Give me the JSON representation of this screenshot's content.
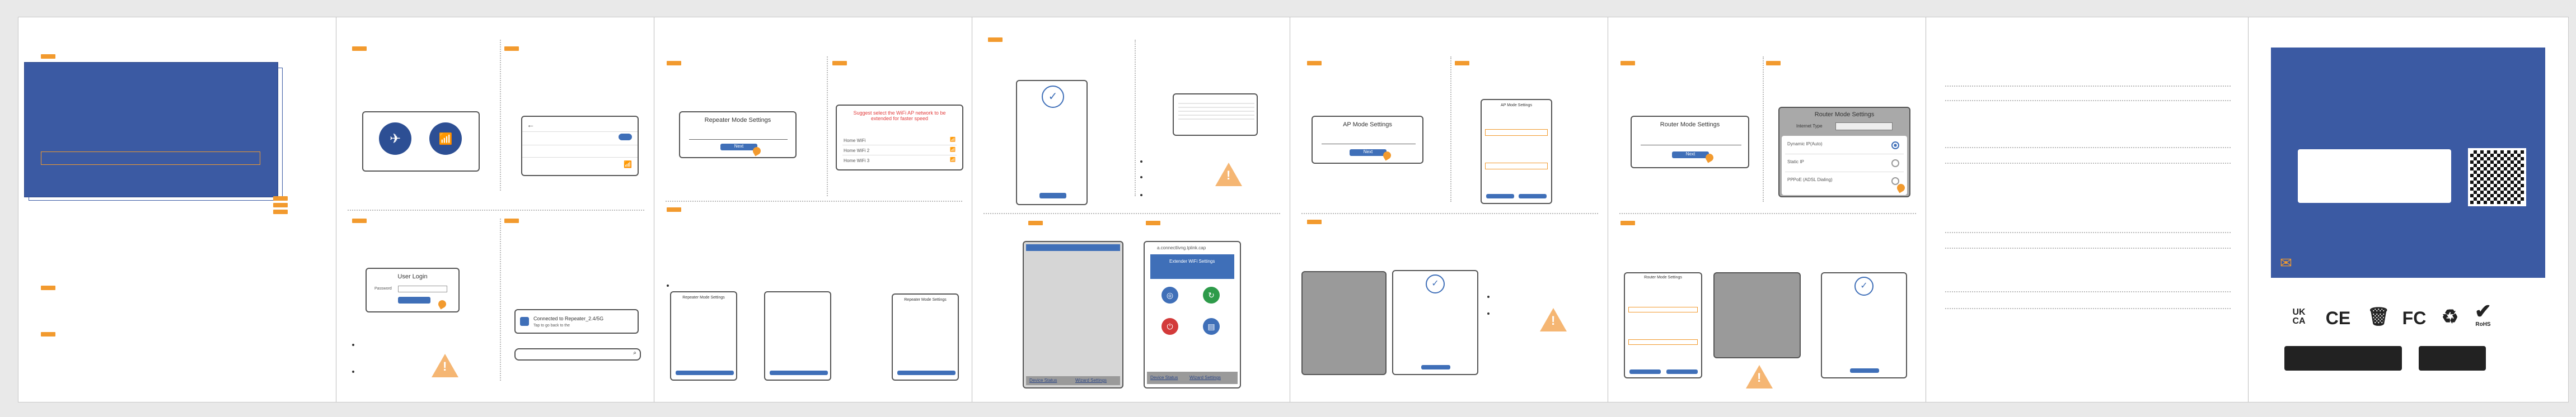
{
  "colors": {
    "cover_blue": "#3b5aa3",
    "accent_orange": "#f29a2e",
    "warning": "#f5b673",
    "button_blue": "#3f6fb8",
    "error_red": "#e23b3b"
  },
  "screens": {
    "user_login_title": "User Login",
    "password_label": "Password",
    "repeater_mode_title": "Repeater Mode Settings",
    "ap_mode_title": "AP Mode Settings",
    "router_mode_title": "Router Mode Settings",
    "next_label": "Next",
    "suggestion_red": "Suggest select the WiFi AP network to be extended for faster speed",
    "wifi_list": [
      "Home WiFi",
      "Home WiFi 2",
      "Home WiFi 3"
    ],
    "connected_notice": "Connected to Repeater_2.4/5G",
    "connected_sub": "Tap to go back to the",
    "url_text": "a.connectlivng.tplink.cap",
    "wizard_title": "Extender WiFi Settings",
    "router_internet_type_label": "Internet Type",
    "router_options": [
      "Dynamic IP(Auto)",
      "Static IP",
      "PPPoE (ADSL Dialing)"
    ],
    "bottom_links": [
      "Device Status",
      "Wizard Settings"
    ]
  },
  "icons": {
    "airplane": "✈",
    "wifi": "📶",
    "check": "✓",
    "envelope": "✉"
  },
  "cert_marks": [
    "UK CA",
    "CE",
    "FC",
    "RoHS"
  ]
}
